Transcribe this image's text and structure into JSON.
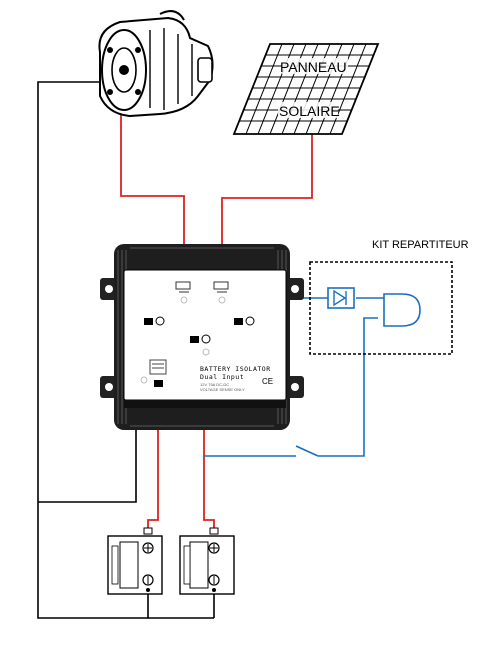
{
  "labels": {
    "solar_line1": "PANNEAU",
    "solar_line2": "SOLAIRE",
    "kit": "KIT REPARTITEUR",
    "device_title": "BATTERY ISOLATOR",
    "device_subtitle": "Dual Input",
    "device_spec1": "12V 75A DC-DC",
    "device_spec2": "VOLTAGE SENSE ONLY",
    "ce_mark": "CE"
  },
  "colors": {
    "positive_wire": "#e02020",
    "signal_wire": "#1a6fc0",
    "ground_wire": "#000000"
  }
}
